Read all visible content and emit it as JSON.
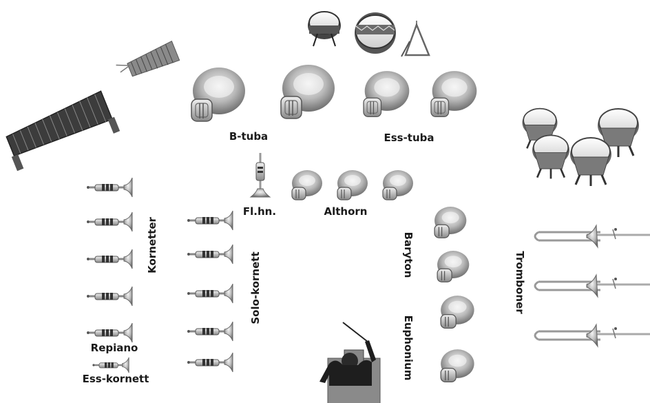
{
  "labels": {
    "b_tuba": "B-tuba",
    "ess_tuba": "Ess-tuba",
    "flhn": "Fl.hn.",
    "althorn": "Althorn",
    "kornetter": "Kornetter",
    "solo_kornett": "Solo-kornett",
    "baryton": "Baryton",
    "euphonium": "Euphonium",
    "trombonger": "Tromboner",
    "repiano": "Repiano",
    "ess_kornett": "Ess-kornett"
  },
  "colors": {
    "brass_light": "#e6e6e6",
    "brass_dark": "#6e6e6e",
    "wood": "#4a4a4a",
    "text": "#1a1a1a"
  },
  "icons": {
    "tuba": "tuba-icon",
    "horn": "althorn-icon",
    "cornet": "cornet-icon",
    "trombone": "trombone-icon",
    "timpani": "timpani-icon",
    "snare": "snare-drum-icon",
    "bass_drum": "bass-drum-icon",
    "triangle": "triangle-icon",
    "xylophone": "xylophone-icon",
    "glockenspiel": "glockenspiel-icon",
    "conductor": "conductor-icon",
    "flugelhorn": "flugelhorn-icon"
  }
}
